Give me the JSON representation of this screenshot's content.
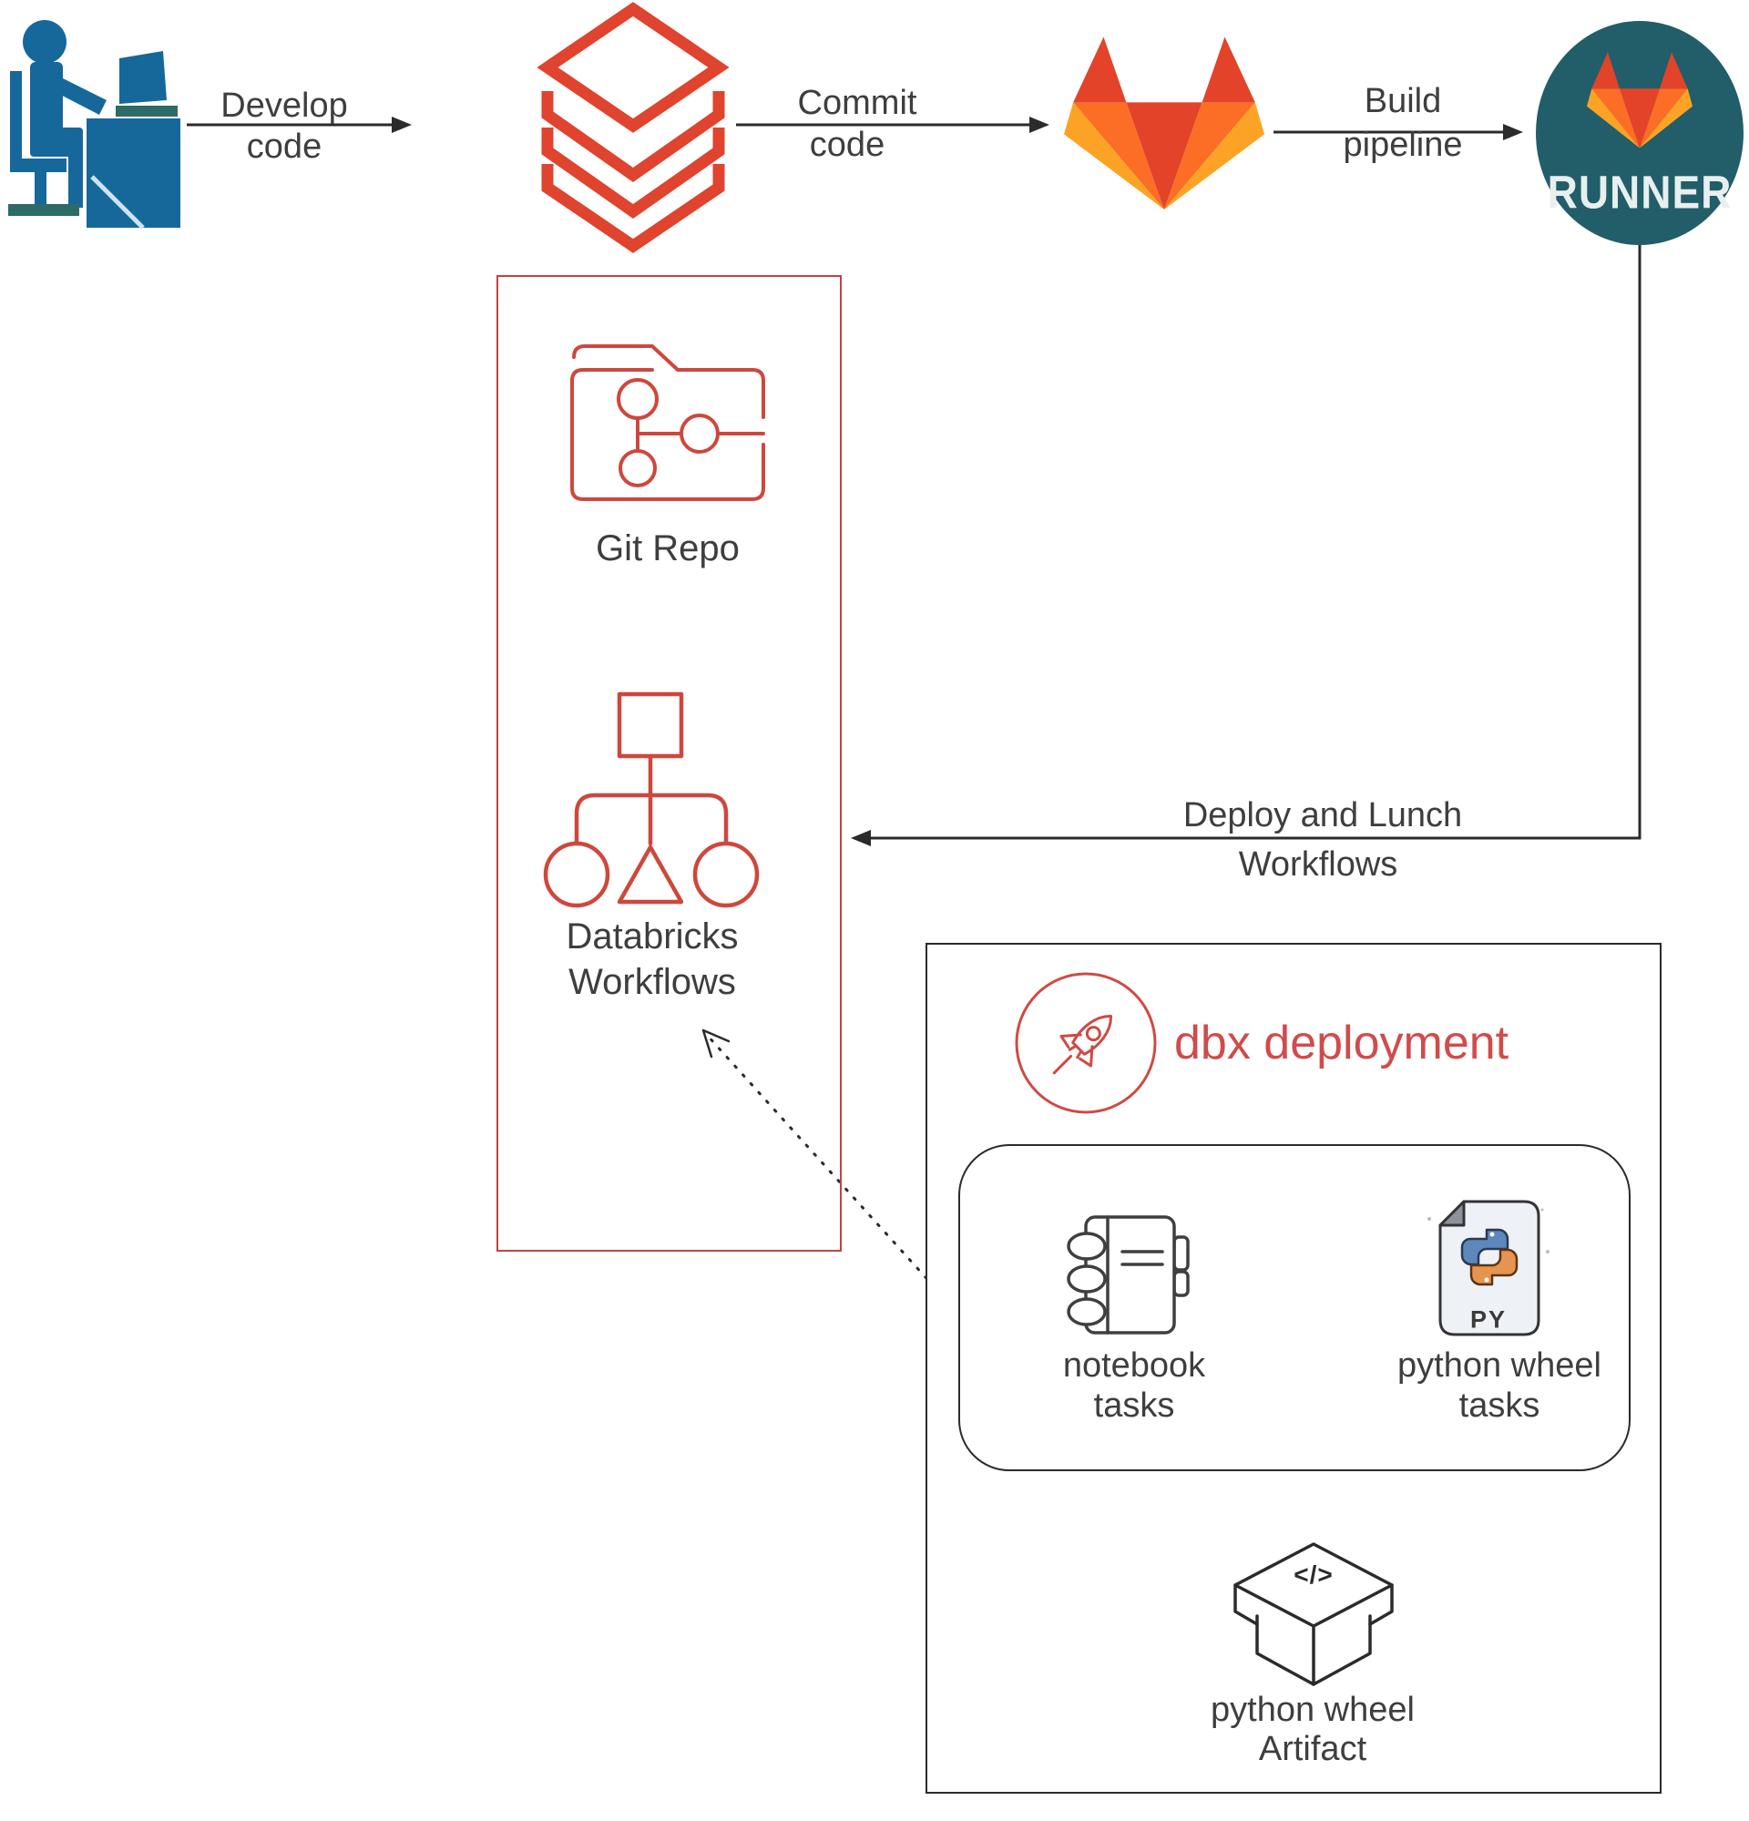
{
  "colors": {
    "person_blue": "#16689b",
    "person_dark_accent": "#2c6b66",
    "databricks_red": "#e0432e",
    "gitlab_dark_orange": "#e24329",
    "gitlab_orange": "#fc6d26",
    "gitlab_light_orange": "#fca326",
    "runner_teal": "#215e69",
    "repo_border_red": "#bf4440",
    "repo_icon_red": "#cf473c",
    "dbx_red": "#d14b4b",
    "text_gray": "#3e3e3e",
    "line_black": "#2b2b2b",
    "python_blue": "#5d87bd",
    "python_orange": "#e6944f"
  },
  "flow": {
    "developer": {
      "icon": "developer-at-desk"
    },
    "databricks": {
      "icon": "databricks-logo"
    },
    "gitlab": {
      "icon": "gitlab-logo"
    },
    "runner": {
      "icon": "gitlab-runner-logo",
      "label": "RUNNER"
    },
    "arrows": {
      "develop": [
        "Develop",
        "code"
      ],
      "commit": [
        "Commit",
        "code"
      ],
      "build": [
        "Build",
        "pipeline"
      ],
      "deploy": [
        "Deploy and Lunch",
        "Workflows"
      ]
    }
  },
  "repo_box": {
    "git_repo_label": "Git Repo",
    "workflows_label": [
      "Databricks",
      "Workflows"
    ]
  },
  "dbx_box": {
    "title": "dbx deployment",
    "notebook_label": [
      "notebook",
      "tasks"
    ],
    "python_wheel_label": [
      "python wheel",
      "tasks"
    ],
    "py_badge": "PY",
    "artifact_glyph": "</>",
    "artifact_label": [
      "python wheel",
      "Artifact"
    ]
  }
}
